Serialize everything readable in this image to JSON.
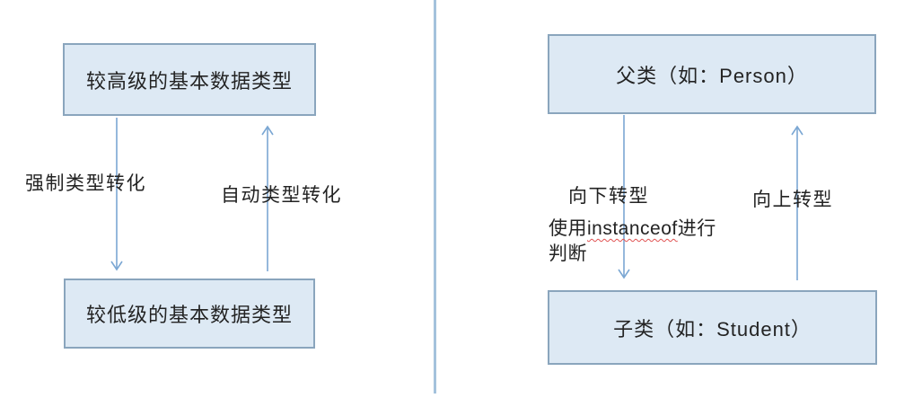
{
  "diagram": {
    "left": {
      "top_box_label": "较高级的基本数据类型",
      "bottom_box_label": "较低级的基本数据类型",
      "down_arrow_label": "强制类型转化",
      "up_arrow_label": "自动类型转化"
    },
    "right": {
      "top_box_label": "父类（如：Person）",
      "bottom_box_label": "子类（如：Student）",
      "down_arrow_label": "向下转型",
      "down_arrow_note_prefix": "使用",
      "down_arrow_note_keyword": "instanceof",
      "down_arrow_note_suffix": "进行",
      "down_arrow_note_line2": "判断",
      "up_arrow_label": "向上转型"
    },
    "colors": {
      "box_fill": "#dde9f4",
      "box_border": "#8aa5bd",
      "arrow": "#7ba7d3",
      "divider": "#a4c2dc",
      "text": "#232323",
      "spellcheck_underline": "#e05252"
    }
  }
}
